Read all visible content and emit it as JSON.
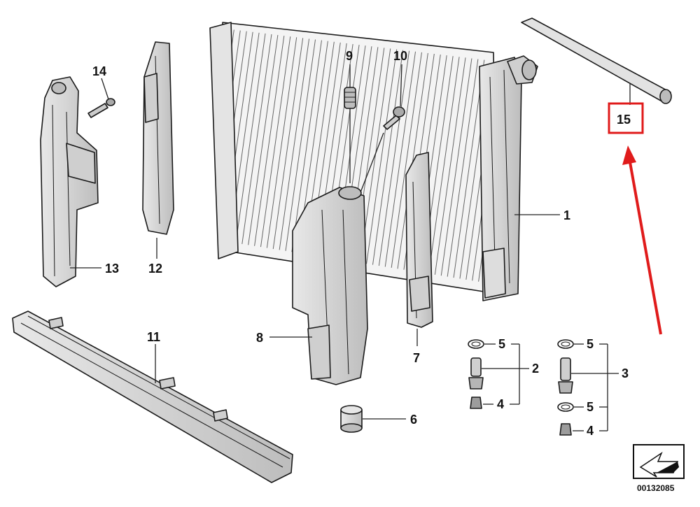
{
  "callouts": {
    "c1": "1",
    "c2": "2",
    "c3": "3",
    "c4a": "4",
    "c4b": "4",
    "c5a": "5",
    "c5b": "5",
    "c5c": "5",
    "c6": "6",
    "c7": "7",
    "c8": "8",
    "c9": "9",
    "c10": "10",
    "c11": "11",
    "c12": "12",
    "c13": "13",
    "c14": "14",
    "c15": "15"
  },
  "diagram_code": "00132085",
  "colors": {
    "highlight": "#e01b1b",
    "line": "#1a1a1a",
    "shade": "#d9d9d9"
  },
  "icons": {
    "direction": "forward-arrow-icon"
  }
}
